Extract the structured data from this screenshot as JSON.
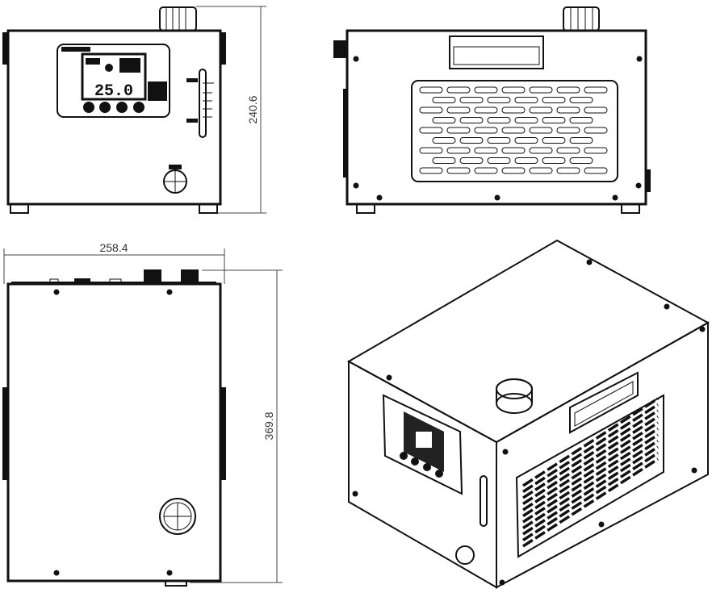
{
  "drawing": {
    "views": [
      "front-view",
      "side-view",
      "top-view",
      "isometric-view"
    ],
    "dimensions": {
      "height": "240.6",
      "width": "258.4",
      "depth": "369.8"
    },
    "display_reading": "25.0",
    "colors": {
      "line": "#111111",
      "background": "#ffffff",
      "dimension": "#444444"
    }
  }
}
